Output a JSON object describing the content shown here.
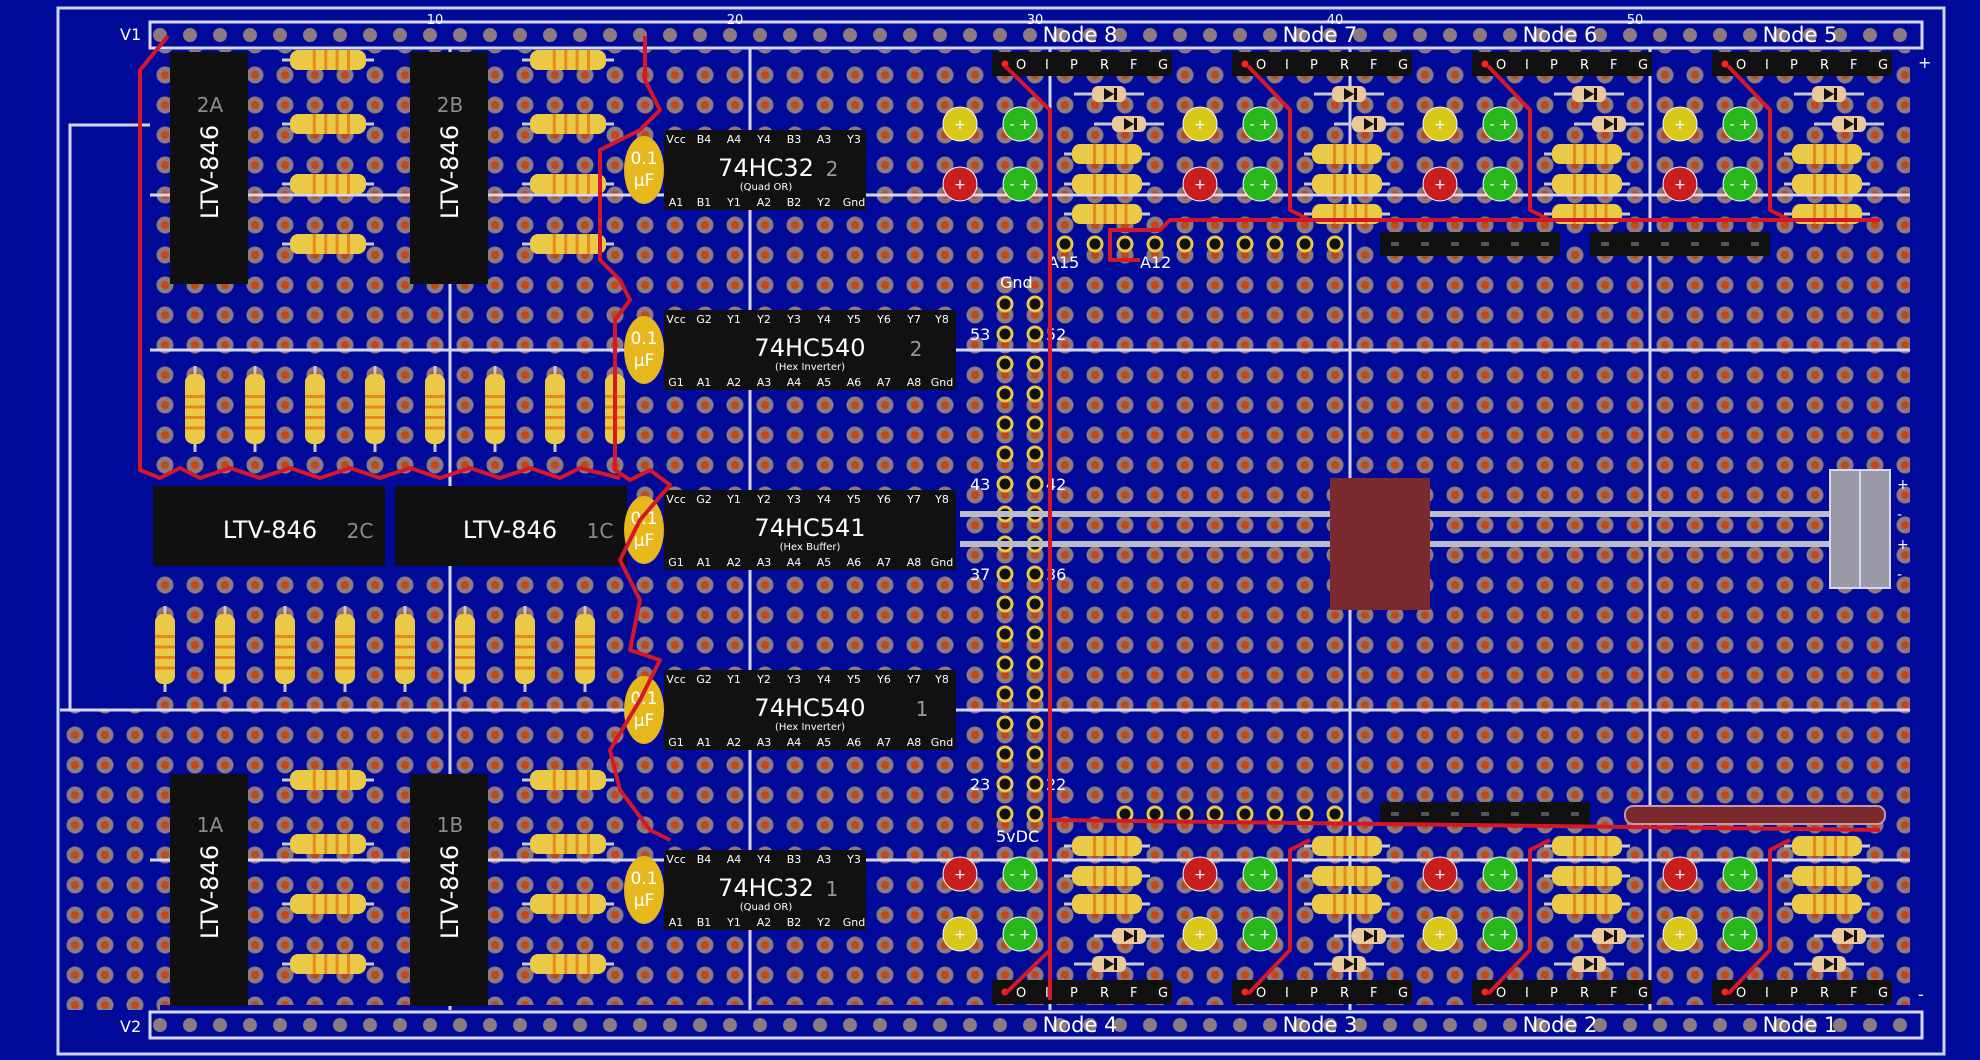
{
  "rails": {
    "top": "V1",
    "bottom": "V2"
  },
  "column_numbers": [
    "10",
    "20",
    "30",
    "40",
    "50"
  ],
  "top_nodes": [
    "Node 8",
    "Node 7",
    "Node 6",
    "Node 5"
  ],
  "bottom_nodes": [
    "Node 4",
    "Node 3",
    "Node 2",
    "Node 1"
  ],
  "node_header_pins": [
    "O",
    "I",
    "P",
    "R",
    "F",
    "G"
  ],
  "optocouplers": [
    {
      "part": "LTV-846",
      "id": "2A"
    },
    {
      "part": "LTV-846",
      "id": "2B"
    },
    {
      "part": "LTV-846",
      "id": "2C"
    },
    {
      "part": "LTV-846",
      "id": "1C"
    },
    {
      "part": "LTV-846",
      "id": "1A"
    },
    {
      "part": "LTV-846",
      "id": "1B"
    }
  ],
  "capacitors": [
    "0.1",
    "μF"
  ],
  "chips": [
    {
      "part": "74HC32",
      "num": "2",
      "desc": "(Quad OR)",
      "top_pins": [
        "Vcc",
        "B4",
        "A4",
        "Y4",
        "B3",
        "A3",
        "Y3"
      ],
      "bottom_pins": [
        "A1",
        "B1",
        "Y1",
        "A2",
        "B2",
        "Y2",
        "Gnd"
      ]
    },
    {
      "part": "74HC540",
      "num": "2",
      "desc": "(Hex Inverter)",
      "top_pins": [
        "Vcc",
        "G2",
        "Y1",
        "Y2",
        "Y3",
        "Y4",
        "Y5",
        "Y6",
        "Y7",
        "Y8"
      ],
      "bottom_pins": [
        "G1",
        "A1",
        "A2",
        "A3",
        "A4",
        "A5",
        "A6",
        "A7",
        "A8",
        "Gnd"
      ]
    },
    {
      "part": "74HC541",
      "num": "",
      "desc": "(Hex Buffer)",
      "top_pins": [
        "Vcc",
        "G2",
        "Y1",
        "Y2",
        "Y3",
        "Y4",
        "Y5",
        "Y6",
        "Y7",
        "Y8"
      ],
      "bottom_pins": [
        "G1",
        "A1",
        "A2",
        "A3",
        "A4",
        "A5",
        "A6",
        "A7",
        "A8",
        "Gnd"
      ]
    },
    {
      "part": "74HC540",
      "num": "1",
      "desc": "(Hex Inverter)",
      "top_pins": [
        "Vcc",
        "G2",
        "Y1",
        "Y2",
        "Y3",
        "Y4",
        "Y5",
        "Y6",
        "Y7",
        "Y8"
      ],
      "bottom_pins": [
        "G1",
        "A1",
        "A2",
        "A3",
        "A4",
        "A5",
        "A6",
        "A7",
        "A8",
        "Gnd"
      ]
    },
    {
      "part": "74HC32",
      "num": "1",
      "desc": "(Quad OR)",
      "top_pins": [
        "Vcc",
        "B4",
        "A4",
        "Y4",
        "B3",
        "A3",
        "Y3"
      ],
      "bottom_pins": [
        "A1",
        "B1",
        "Y1",
        "A2",
        "B2",
        "Y2",
        "Gnd"
      ]
    }
  ],
  "connector_labels": {
    "a15": "A15",
    "a12": "A12",
    "gnd": "Gnd",
    "p53": "53",
    "p52": "52",
    "p43": "43",
    "p42": "42",
    "p37": "37",
    "p36": "36",
    "p23": "23",
    "p22": "22",
    "vdc": "5vDC"
  },
  "power_terminal": [
    "+",
    "-",
    "+",
    "-"
  ],
  "rail_signs": {
    "plus": "+",
    "minus": "-"
  },
  "led_signs": {
    "plus": "+",
    "minus": "-"
  },
  "colors": {
    "board": "#020a9a",
    "pad": "#8c7a80",
    "trace": "#d4182a",
    "resistor": "#e9c945",
    "led_red": "#c81e1e",
    "led_green": "#28b81e",
    "led_yellow": "#d8c81a",
    "chip": "#111111",
    "heatsink": "#7a2a2e"
  }
}
